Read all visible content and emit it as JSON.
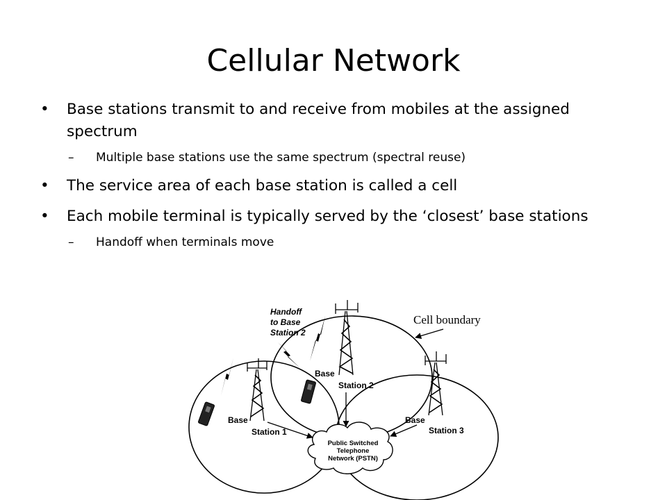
{
  "slide": {
    "title": "Cellular Network",
    "bullets": [
      {
        "text": "Base stations transmit to and receive from mobiles at the assigned spectrum",
        "sub": "Multiple base stations use the same spectrum (spectral reuse)"
      },
      {
        "text": "The service area of each base station is called a cell"
      },
      {
        "text": "Each mobile terminal is typically served by the ‘closest’ base stations",
        "sub": "Handoff when terminals move"
      }
    ]
  },
  "diagram": {
    "handoff": [
      "Handoff",
      "to Base",
      "Station 2"
    ],
    "cell_boundary": "Cell boundary",
    "stations": [
      {
        "base": "Base",
        "station": "Station 1"
      },
      {
        "base": "Base",
        "station": "Station 2"
      },
      {
        "base": "Base",
        "station": "Station 3"
      }
    ],
    "pstn": [
      "Public Switched",
      "Telephone",
      "Network (PSTN)"
    ]
  }
}
